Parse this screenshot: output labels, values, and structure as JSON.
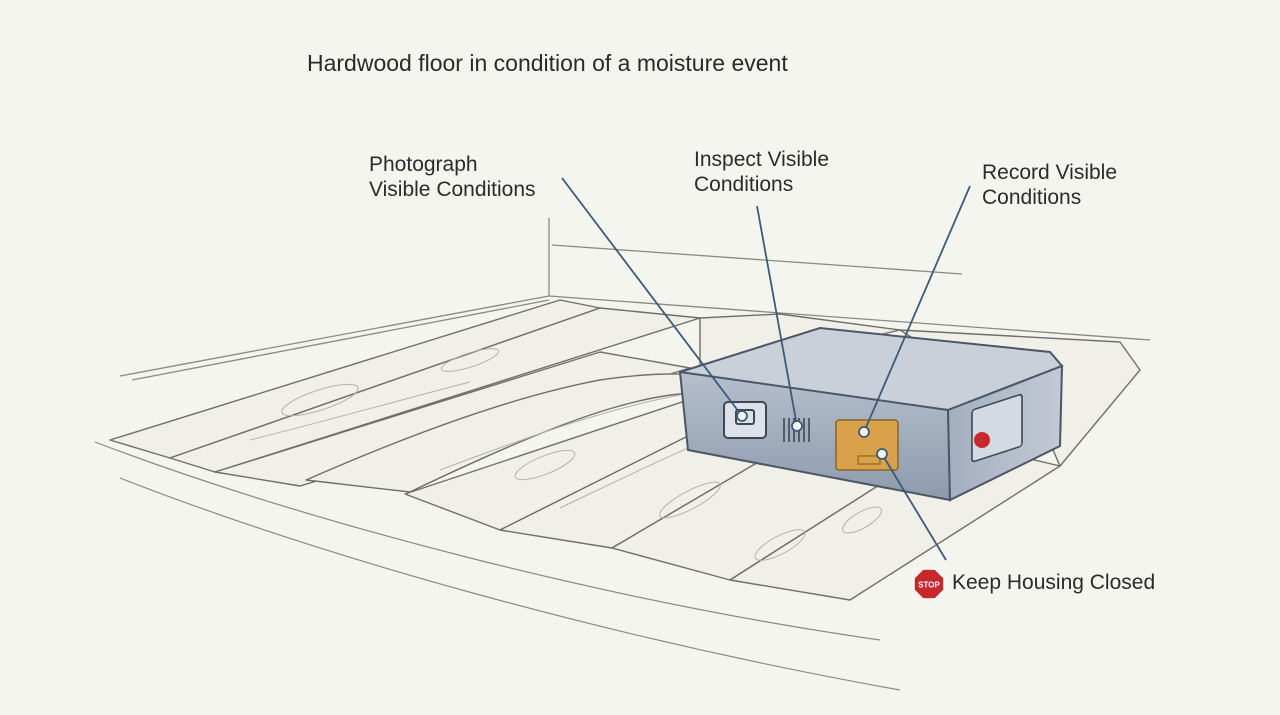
{
  "title": "Hardwood floor in condition of a moisture event",
  "callouts": {
    "photograph": {
      "line1": "Photograph",
      "line2": "Visible Conditions"
    },
    "inspect": {
      "line1": "Inspect Visible",
      "line2": "Conditions"
    },
    "record": {
      "line1": "Record Visible",
      "line2": "Conditions"
    },
    "keep_closed": {
      "text": "Keep Housing Closed"
    }
  },
  "stop_sign_text": "STOP",
  "colors": {
    "background": "#f5f5ef",
    "callout_line": "#3d5a78",
    "device_body": "#a9b4c4",
    "device_top": "#c9d0da",
    "label_panel": "#d9a24a",
    "stop_red": "#c8282d"
  },
  "icons": [
    "camera-port-icon",
    "vent-grille-icon",
    "label-panel-icon",
    "stop-sign-icon"
  ]
}
